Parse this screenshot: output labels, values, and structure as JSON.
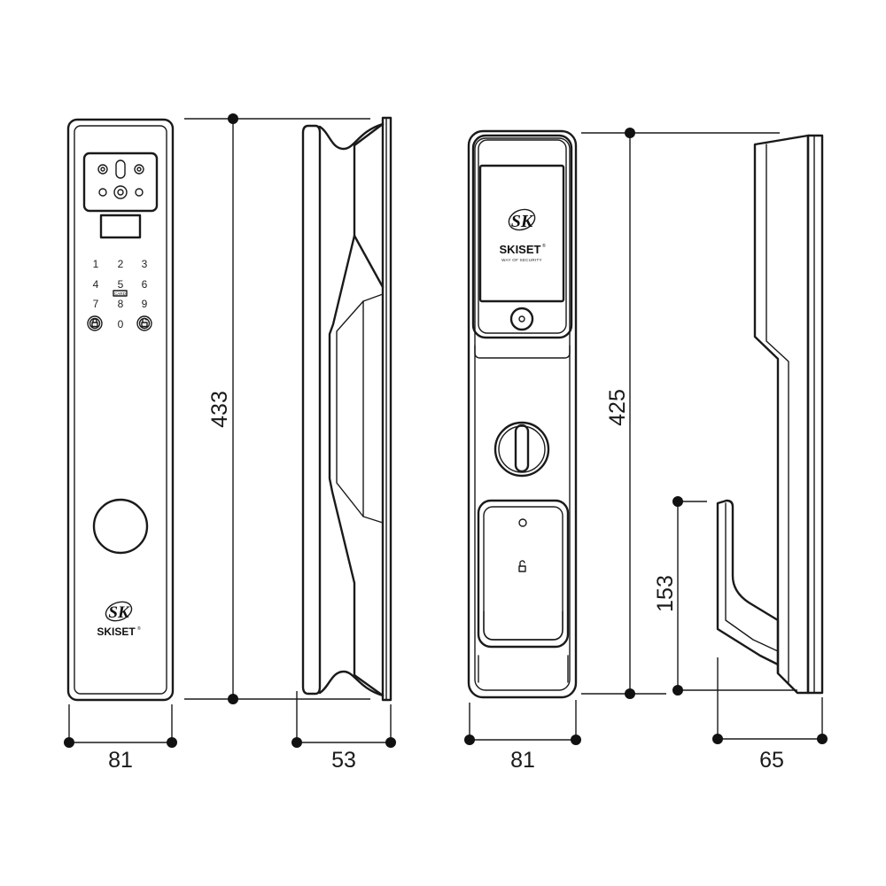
{
  "dimensions": {
    "lock1_height": "433",
    "lock1_width": "81",
    "lock1_depth": "53",
    "lock2_height": "425",
    "lock2_width": "81",
    "lock2_handle_height": "153",
    "lock2_depth": "65"
  },
  "keypad": {
    "keys": [
      "1",
      "2",
      "3",
      "4",
      "5",
      "6",
      "7",
      "8",
      "9",
      "0"
    ],
    "card_label": "CARD"
  },
  "brand": {
    "name": "SKISET",
    "registered": "®",
    "monogram": "SK",
    "tagline": "WAY OF SECURITY"
  }
}
